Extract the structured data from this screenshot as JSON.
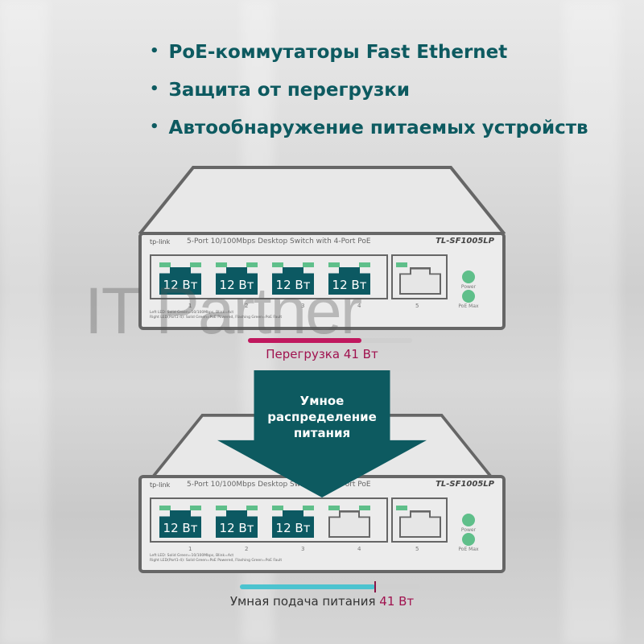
{
  "bullets": [
    "PoE-коммутаторы Fast Ethernet",
    "Защита от перегрузки",
    "Автообнаружение питаемых устройств"
  ],
  "switch": {
    "brand": "tp-link",
    "description": "5-Port 10/100Mbps Desktop Switch with 4-Port PoE",
    "model": "TL-SF1005LP",
    "port_numbers": [
      "1",
      "2",
      "3",
      "4",
      "5"
    ],
    "led_power": "Power",
    "led_poe_max": "PoE Max",
    "legend_left": "Left LED:  Solid Green=10/100Mbps, Blink=Act",
    "legend_right": "Right LED(Port1-4):  Solid Green=PoE Powered, Flashing Green=PoE Fault"
  },
  "before": {
    "port_power": [
      "12 Вт",
      "12 Вт",
      "12 Вт",
      "12 Вт"
    ],
    "caption": "Перегрузка 41 Вт",
    "bar_fill_color": "#c0185e",
    "bar_level": 0.69
  },
  "arrow": {
    "line1": "Умное",
    "line2": "распределение",
    "line3": "питания",
    "color": "#0d5a60"
  },
  "after": {
    "port_power": [
      "12 Вт",
      "12 Вт",
      "12 Вт"
    ],
    "caption_main": "Умная подача питания",
    "caption_value": "41 Вт",
    "bar_fill_color": "#4cc3cf",
    "bar_level": 0.75
  },
  "watermark": "IT Partner"
}
